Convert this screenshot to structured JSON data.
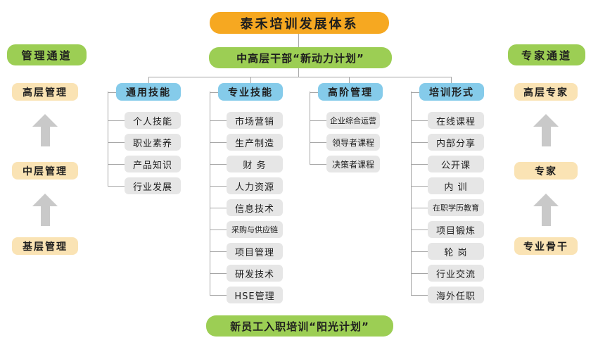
{
  "title": "泰禾培训发展体系",
  "top_plan": "中高层干部“新动力计划”",
  "bottom_plan": "新员工入职培训“阳光计划”",
  "left_channel": {
    "title": "管理通道",
    "levels": [
      "高层管理",
      "中层管理",
      "基层管理"
    ]
  },
  "right_channel": {
    "title": "专家通道",
    "levels": [
      "高层专家",
      "专家",
      "专业骨干"
    ]
  },
  "columns": [
    {
      "header": "通用技能",
      "items": [
        "个人技能",
        "职业素养",
        "产品知识",
        "行业发展"
      ]
    },
    {
      "header": "专业技能",
      "items": [
        "市场营销",
        "生产制造",
        "财 务",
        "人力资源",
        "信息技术",
        "采购与供应链",
        "项目管理",
        "研发技术",
        "HSE管理"
      ]
    },
    {
      "header": "高阶管理",
      "items": [
        "企业综合运营",
        "领导者课程",
        "决策者课程"
      ]
    },
    {
      "header": "培训形式",
      "items": [
        "在线课程",
        "内部分享",
        "公开课",
        "内 训",
        "在职学历教育",
        "项目锻炼",
        "轮 岗",
        "行业交流",
        "海外任职"
      ]
    }
  ],
  "colors": {
    "orange": "#F6A821",
    "green": "#9CCE54",
    "blue": "#85CBEA",
    "peach": "#FAE3B4",
    "gray": "#E6E6E6",
    "line": "#A6A6A6",
    "arrow": "#C9C9C9",
    "text": "#1E1E1E"
  }
}
